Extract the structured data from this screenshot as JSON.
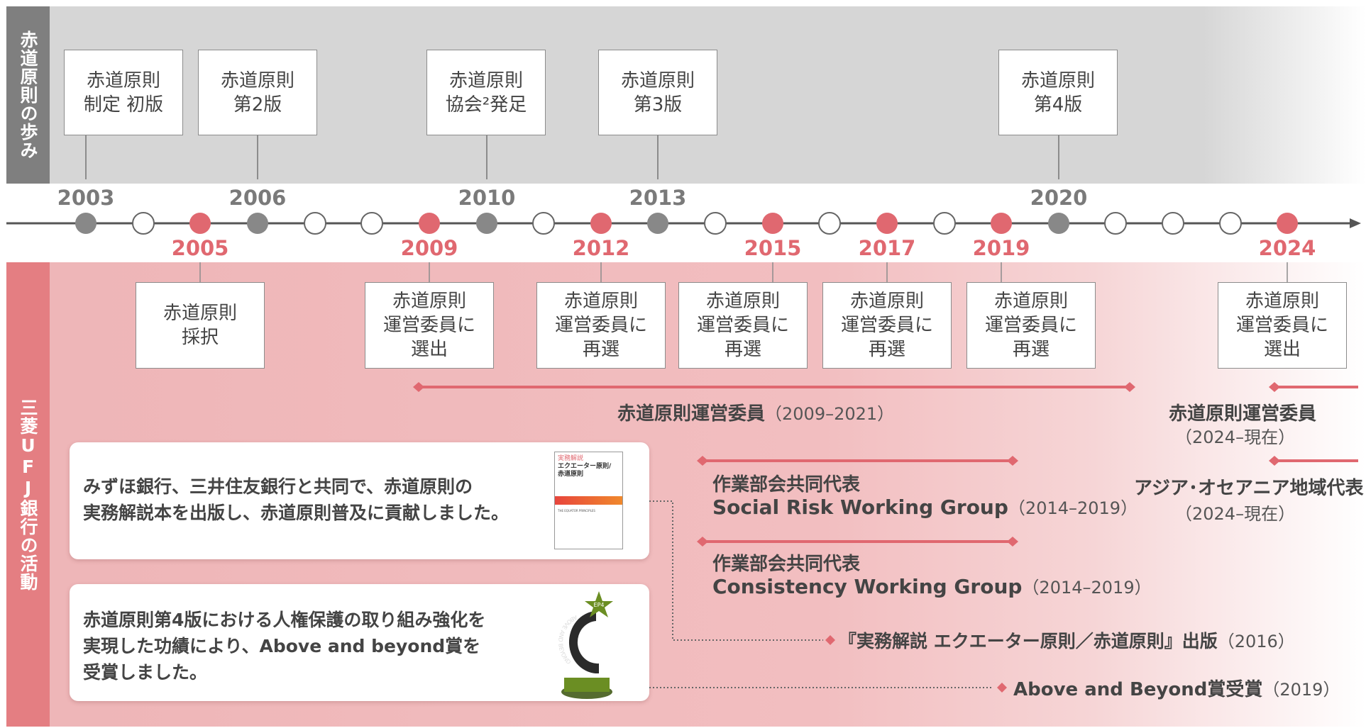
{
  "sidebar_top": "赤道原則の歩み",
  "sidebar_bottom": "三菱UFJ銀行の活動",
  "colors": {
    "gray_marker": "#888888",
    "red_marker": "#e06870",
    "red_line": "#e06870",
    "top_band": "#d6d6d6",
    "bottom_band": "#f2bec0"
  },
  "principles_years": [
    "2003",
    "2006",
    "2010",
    "2013",
    "2020"
  ],
  "principles_events": [
    {
      "year": "2003",
      "text": "赤道原則\n制定 初版"
    },
    {
      "year": "2006",
      "text": "赤道原則\n第2版"
    },
    {
      "year": "2010",
      "text": "赤道原則\n協会²発足"
    },
    {
      "year": "2013",
      "text": "赤道原則\n第3版"
    },
    {
      "year": "2020",
      "text": "赤道原則\n第4版"
    }
  ],
  "mufg_years": [
    "2005",
    "2009",
    "2012",
    "2015",
    "2017",
    "2019",
    "2024"
  ],
  "mufg_events": [
    {
      "year": "2005",
      "text": "赤道原則\n採択"
    },
    {
      "year": "2009",
      "text": "赤道原則\n運営委員に\n選出"
    },
    {
      "year": "2012",
      "text": "赤道原則\n運営委員に\n再選"
    },
    {
      "year": "2015",
      "text": "赤道原則\n運営委員に\n再選"
    },
    {
      "year": "2017",
      "text": "赤道原則\n運営委員に\n再選"
    },
    {
      "year": "2019",
      "text": "赤道原則\n運営委員に\n再選"
    },
    {
      "year": "2024",
      "text": "赤道原則\n運営委員に\n選出"
    }
  ],
  "roles": {
    "steering_2009": {
      "title": "赤道原則運営委員",
      "period": "（2009–2021）"
    },
    "steering_2024": {
      "title": "赤道原則運営委員",
      "period": "（2024–現在）"
    },
    "apac_2024": {
      "title": "アジア･オセアニア地域代表",
      "period": "（2024–現在）"
    },
    "social_risk": {
      "line1": "作業部会共同代表",
      "line2": "Social Risk Working Group",
      "period": "（2014–2019）"
    },
    "consistency": {
      "line1": "作業部会共同代表",
      "line2": "Consistency Working Group",
      "period": "（2014–2019）"
    },
    "book": {
      "title": "『実務解説 エクエーター原則／赤道原則』出版",
      "period": "（2016）"
    },
    "award": {
      "title": "Above and Beyond賞受賞",
      "period": "（2019）"
    }
  },
  "cards": {
    "book_text": "みずほ銀行、三井住友銀行と共同で、赤道原則の\n実務解説本を出版し、赤道原則普及に貢献しました。",
    "award_text": "赤道原則第4版における人権保護の取り組み強化を\n実現した功績により、Above and beyond賞を\n受賞しました。"
  },
  "book_cover": {
    "line1": "実務解説",
    "line2": "エクエーター原則/",
    "line3": "赤道原則",
    "subtitle": "THE EQUATOR PRINCIPLES"
  },
  "trophy": {
    "ring_text": "ABOVE AND BEYOND",
    "star_text": "EP4"
  }
}
